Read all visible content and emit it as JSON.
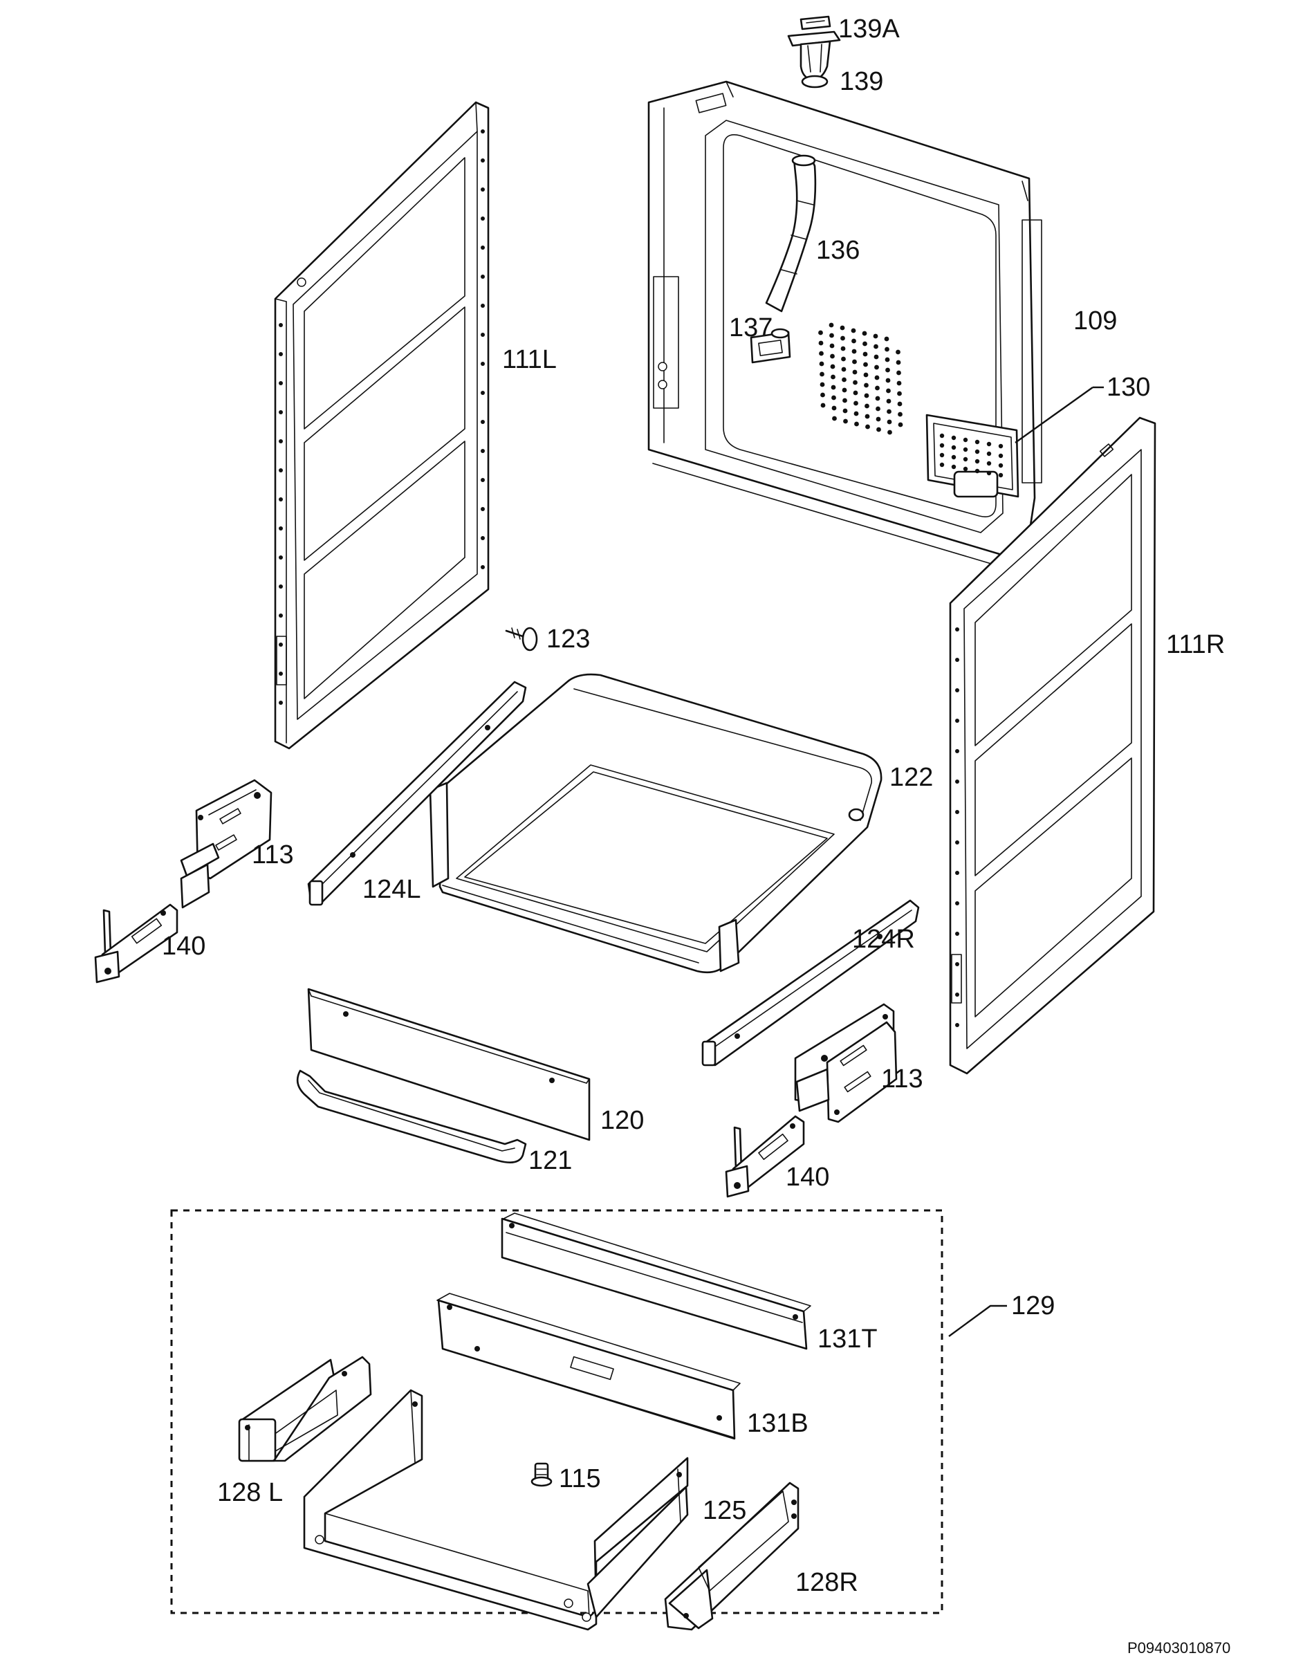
{
  "labels": {
    "p139a": "139A",
    "p139": "139",
    "p136": "136",
    "p109": "109",
    "p137": "137",
    "p130": "130",
    "p111l": "111L",
    "p111r": "111R",
    "p123": "123",
    "p122": "122",
    "p113_left": "113",
    "p113_right": "113",
    "p124l": "124L",
    "p124r": "124R",
    "p140_left": "140",
    "p140_right": "140",
    "p120": "120",
    "p121": "121",
    "p129": "129",
    "p131t": "131T",
    "p131b": "131B",
    "p128l": "128 L",
    "p115": "115",
    "p125": "125",
    "p128r": "128R"
  },
  "document_code": "P09403010870"
}
